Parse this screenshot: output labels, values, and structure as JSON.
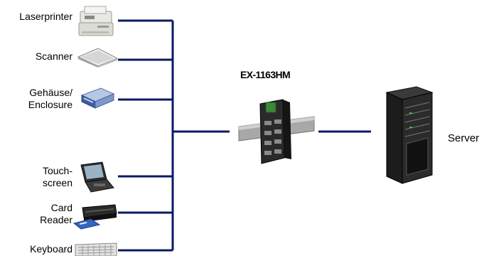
{
  "devices": {
    "laserprinter": "Laserprinter",
    "scanner": "Scanner",
    "enclosure_line1": "Gehäuse/",
    "enclosure_line2": "Enclosure",
    "touch_line1": "Touch-",
    "touch_line2": "screen",
    "card_line1": "Card",
    "card_line2": "Reader",
    "keyboard": "Keyboard"
  },
  "hub": {
    "model": "EX-1163HM"
  },
  "server": {
    "label": "Server"
  },
  "colors": {
    "bus": "#0b1a66"
  },
  "icons": [
    "printer-icon",
    "scanner-icon",
    "enclosure-icon",
    "touchscreen-icon",
    "card-reader-icon",
    "keyboard-icon",
    "usb-hub-icon",
    "server-rack-icon"
  ]
}
